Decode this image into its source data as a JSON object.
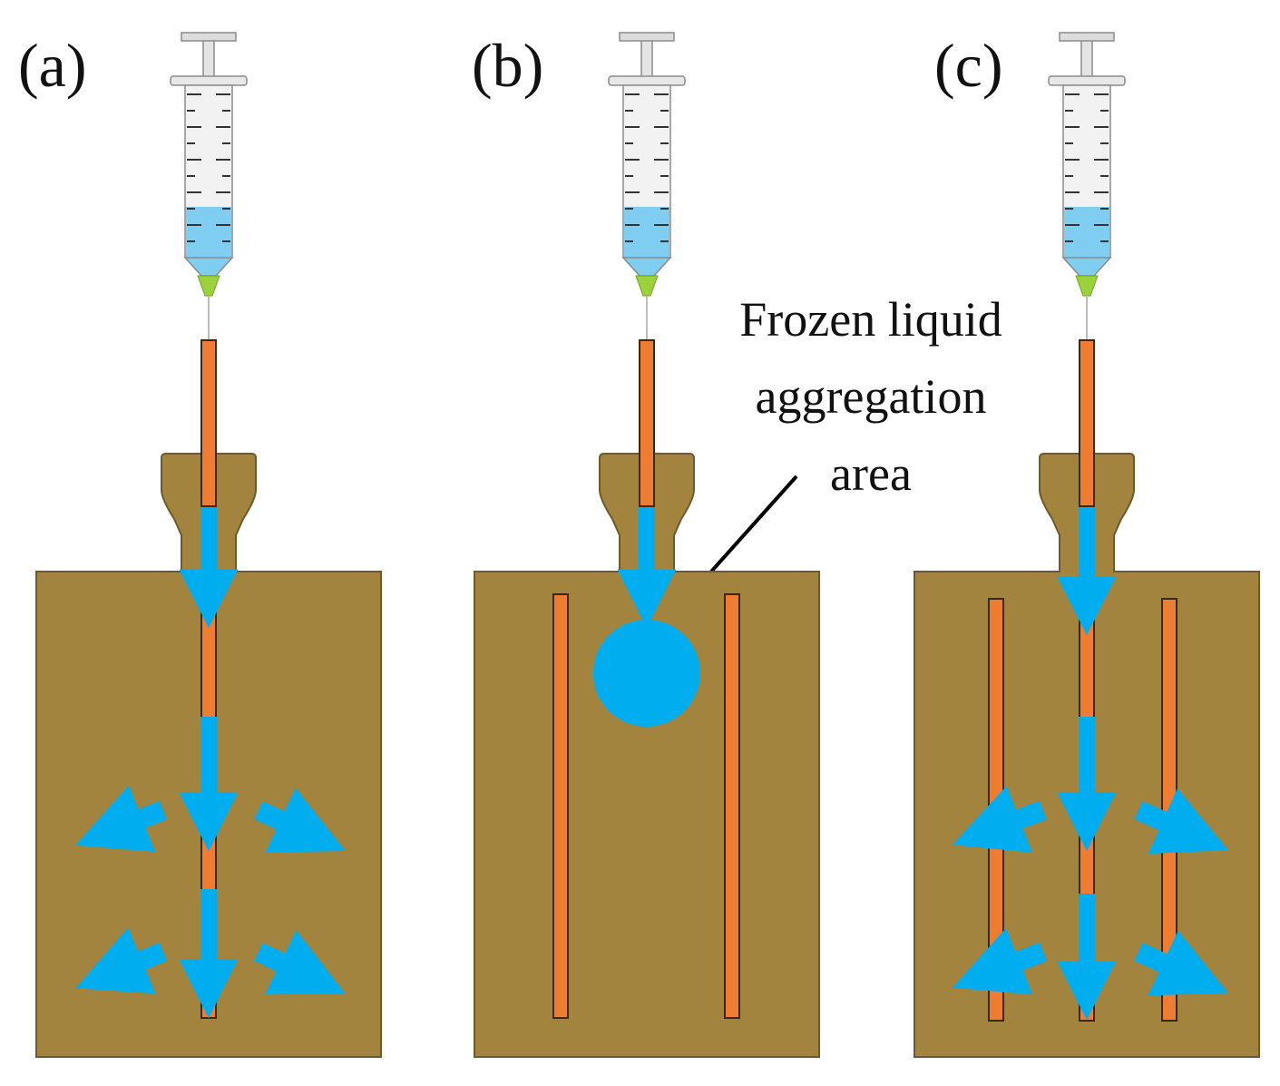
{
  "panels": [
    {
      "label": "(a)"
    },
    {
      "label": "(b)"
    },
    {
      "label": "(c)"
    }
  ],
  "annotation": {
    "lines": [
      "Frozen liquid",
      "aggregation",
      "area"
    ]
  },
  "colors": {
    "mold": "#a3843f",
    "mold_edge": "#6e5a2a",
    "rod": "#ee7d31",
    "rod_edge": "#3a2a15",
    "liquid": "#00aeef",
    "syringe_liquid": "#7fcdf0",
    "needle_hub": "#9bd23c",
    "syringe_body": "#f2f2f2",
    "syringe_edge": "#8c8c8c"
  },
  "icons": [
    "syringe-icon",
    "flow-arrow-icon",
    "mold-shape",
    "rod-shape",
    "droplet-shape"
  ]
}
